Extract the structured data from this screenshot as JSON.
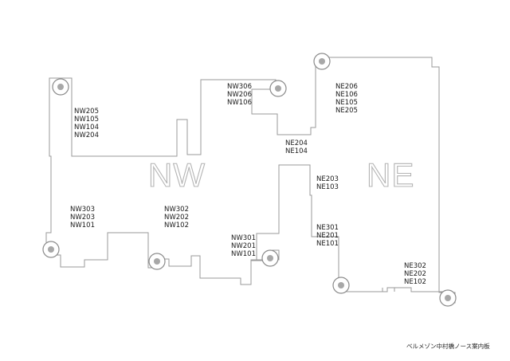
{
  "wings": [
    {
      "name": "NW"
    },
    {
      "name": "NE"
    }
  ],
  "room_groups": [
    {
      "id": "nw-upper-left",
      "lines": [
        "NW205",
        "NW105",
        "NW104",
        "NW204"
      ]
    },
    {
      "id": "nw-lower-left",
      "lines": [
        "NW303",
        "NW203",
        "NW101"
      ]
    },
    {
      "id": "nw-lower-mid",
      "lines": [
        "NW302",
        "NW202",
        "NW102"
      ]
    },
    {
      "id": "nw-upper-right",
      "lines": [
        "NW306",
        "NW206",
        "NW106"
      ]
    },
    {
      "id": "nw-lower-right",
      "lines": [
        "NW301",
        "NW201",
        "NW101"
      ]
    },
    {
      "id": "ne-link-upper",
      "lines": [
        "NE204",
        "NE104"
      ]
    },
    {
      "id": "ne-upper",
      "lines": [
        "NE206",
        "NE106",
        "NE105",
        "NE205"
      ]
    },
    {
      "id": "ne-link-lower",
      "lines": [
        "NE203",
        "NE103"
      ]
    },
    {
      "id": "ne-lower-left",
      "lines": [
        "NE301",
        "NE201",
        "NE101"
      ]
    },
    {
      "id": "ne-lower-right",
      "lines": [
        "NE302",
        "NE202",
        "NE102"
      ]
    }
  ],
  "footer": {
    "caption": "ベルメゾン中村橋ノース案内板"
  }
}
